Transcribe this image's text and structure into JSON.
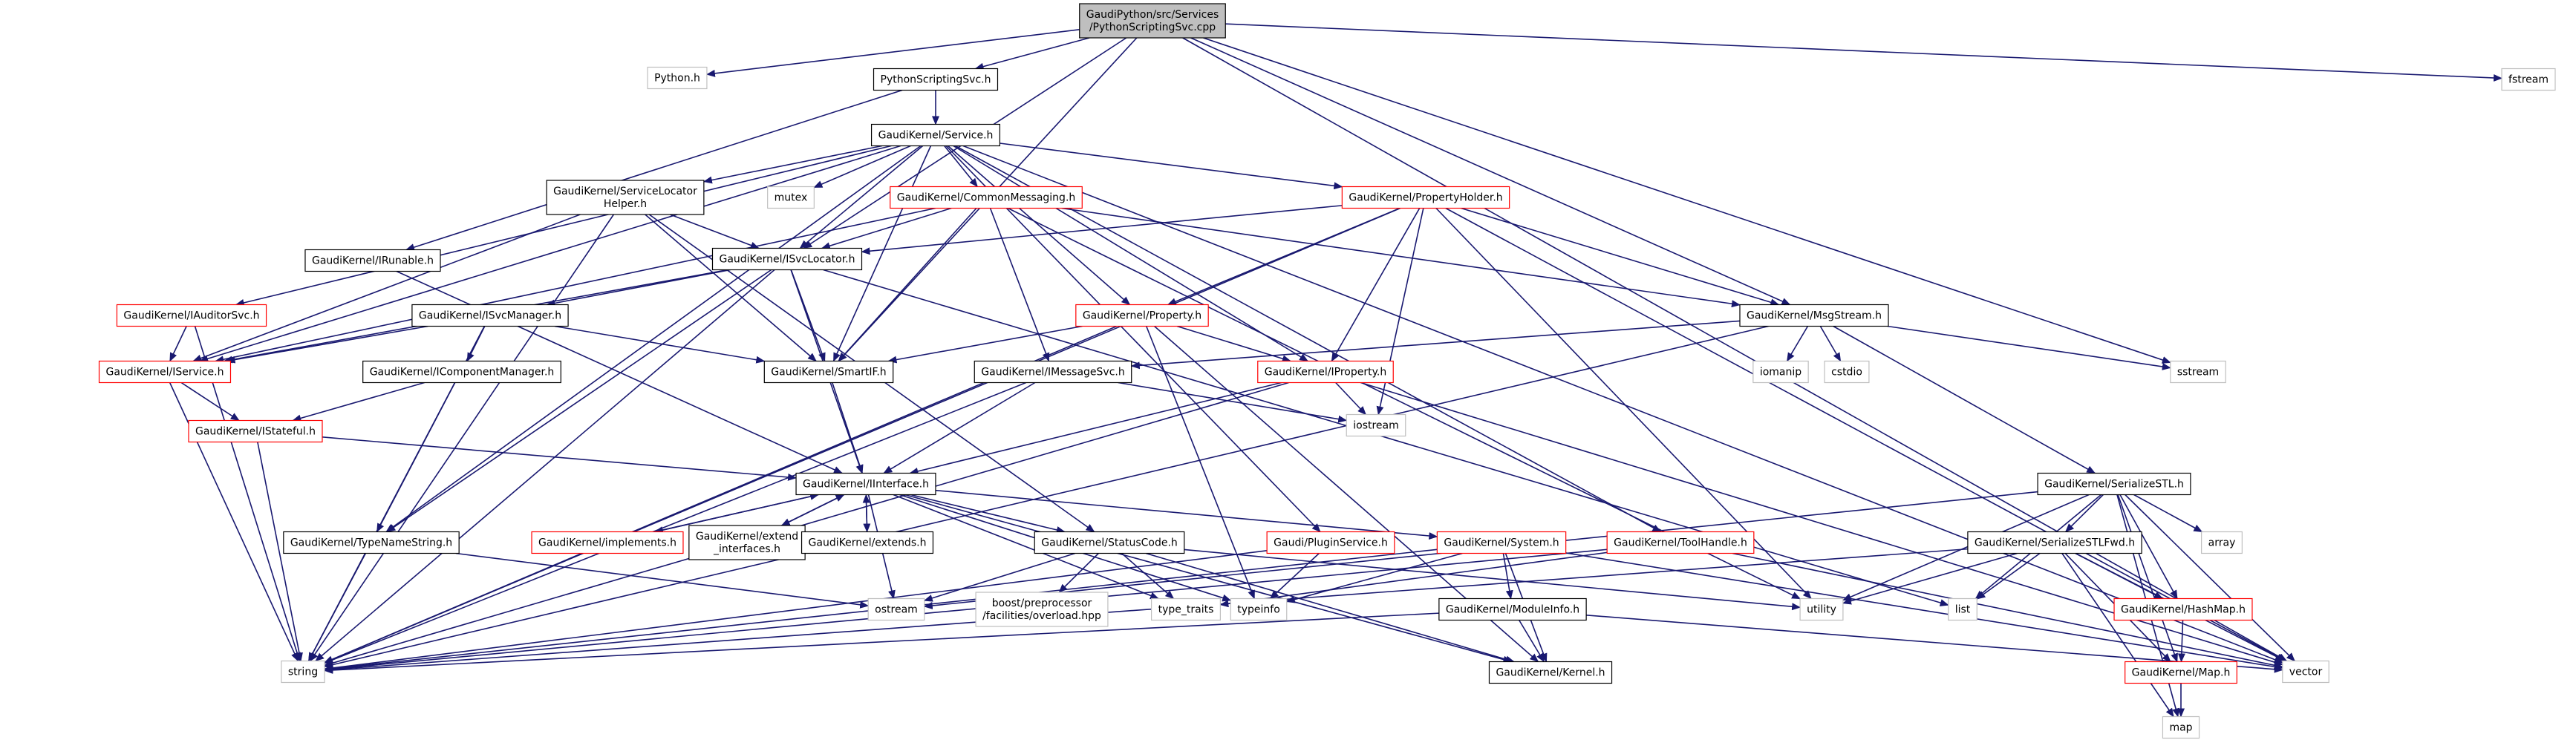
{
  "colors": {
    "edge": "#191970",
    "node_border_default": "#000000",
    "node_border_linked_doc": "#ff0000",
    "node_border_external": "#bfbfbf",
    "node_fill_default": "#ffffff",
    "node_fill_root": "#bfbfbf"
  },
  "nodes": [
    {
      "id": "root",
      "lines": [
        "GaudiPython/src/Services",
        "/PythonScriptingSvc.cpp"
      ],
      "style": "root"
    },
    {
      "id": "python_h",
      "lines": [
        "Python.h"
      ],
      "style": "external"
    },
    {
      "id": "pythonscriptingsvc_h",
      "lines": [
        "PythonScriptingSvc.h"
      ],
      "style": "doc"
    },
    {
      "id": "fstream",
      "lines": [
        "fstream"
      ],
      "style": "external"
    },
    {
      "id": "service_h",
      "lines": [
        "GaudiKernel/Service.h"
      ],
      "style": "doc"
    },
    {
      "id": "mutex",
      "lines": [
        "mutex"
      ],
      "style": "external"
    },
    {
      "id": "servicelocatorhelper_h",
      "lines": [
        "GaudiKernel/ServiceLocator",
        "Helper.h"
      ],
      "style": "doc"
    },
    {
      "id": "commonmessaging_h",
      "lines": [
        "GaudiKernel/CommonMessaging.h"
      ],
      "style": "linked"
    },
    {
      "id": "propertyholder_h",
      "lines": [
        "GaudiKernel/PropertyHolder.h"
      ],
      "style": "linked"
    },
    {
      "id": "irunable_h",
      "lines": [
        "GaudiKernel/IRunable.h"
      ],
      "style": "doc"
    },
    {
      "id": "isvclocator_h",
      "lines": [
        "GaudiKernel/ISvcLocator.h"
      ],
      "style": "doc"
    },
    {
      "id": "iauditorsvc_h",
      "lines": [
        "GaudiKernel/IAuditorSvc.h"
      ],
      "style": "linked"
    },
    {
      "id": "isvcmanager_h",
      "lines": [
        "GaudiKernel/ISvcManager.h"
      ],
      "style": "doc"
    },
    {
      "id": "property_h",
      "lines": [
        "GaudiKernel/Property.h"
      ],
      "style": "linked"
    },
    {
      "id": "msgstream_h",
      "lines": [
        "GaudiKernel/MsgStream.h"
      ],
      "style": "doc"
    },
    {
      "id": "iservice_h",
      "lines": [
        "GaudiKernel/IService.h"
      ],
      "style": "linked"
    },
    {
      "id": "icomponentmanager_h",
      "lines": [
        "GaudiKernel/IComponentManager.h"
      ],
      "style": "doc"
    },
    {
      "id": "smartif_h",
      "lines": [
        "GaudiKernel/SmartIF.h"
      ],
      "style": "doc"
    },
    {
      "id": "imessagesvc_h",
      "lines": [
        "GaudiKernel/IMessageSvc.h"
      ],
      "style": "doc"
    },
    {
      "id": "iproperty_h",
      "lines": [
        "GaudiKernel/IProperty.h"
      ],
      "style": "linked"
    },
    {
      "id": "iomanip",
      "lines": [
        "iomanip"
      ],
      "style": "external"
    },
    {
      "id": "cstdio",
      "lines": [
        "cstdio"
      ],
      "style": "external"
    },
    {
      "id": "sstream",
      "lines": [
        "sstream"
      ],
      "style": "external"
    },
    {
      "id": "istateful_h",
      "lines": [
        "GaudiKernel/IStateful.h"
      ],
      "style": "linked"
    },
    {
      "id": "iostream",
      "lines": [
        "iostream"
      ],
      "style": "external"
    },
    {
      "id": "iinterface_h",
      "lines": [
        "GaudiKernel/IInterface.h"
      ],
      "style": "doc"
    },
    {
      "id": "serializestl_h",
      "lines": [
        "GaudiKernel/SerializeSTL.h"
      ],
      "style": "doc"
    },
    {
      "id": "array",
      "lines": [
        "array"
      ],
      "style": "external"
    },
    {
      "id": "implements_h",
      "lines": [
        "GaudiKernel/implements.h"
      ],
      "style": "linked"
    },
    {
      "id": "extend_interfaces_h",
      "lines": [
        "GaudiKernel/extend",
        "_interfaces.h"
      ],
      "style": "doc"
    },
    {
      "id": "extends_h",
      "lines": [
        "GaudiKernel/extends.h"
      ],
      "style": "doc"
    },
    {
      "id": "statuscode_h",
      "lines": [
        "GaudiKernel/StatusCode.h"
      ],
      "style": "doc"
    },
    {
      "id": "pluginservice_h",
      "lines": [
        "Gaudi/PluginService.h"
      ],
      "style": "linked"
    },
    {
      "id": "system_h",
      "lines": [
        "GaudiKernel/System.h"
      ],
      "style": "linked"
    },
    {
      "id": "toolhandle_h",
      "lines": [
        "GaudiKernel/ToolHandle.h"
      ],
      "style": "linked"
    },
    {
      "id": "serializestlfwd_h",
      "lines": [
        "GaudiKernel/SerializeSTLFwd.h"
      ],
      "style": "doc"
    },
    {
      "id": "typenamestring_h",
      "lines": [
        "GaudiKernel/TypeNameString.h"
      ],
      "style": "doc"
    },
    {
      "id": "hashmap_h",
      "lines": [
        "GaudiKernel/HashMap.h"
      ],
      "style": "linked"
    },
    {
      "id": "ostream",
      "lines": [
        "ostream"
      ],
      "style": "external"
    },
    {
      "id": "boost_overload_hpp",
      "lines": [
        "boost/preprocessor",
        "/facilities/overload.hpp"
      ],
      "style": "external"
    },
    {
      "id": "type_traits",
      "lines": [
        "type_traits"
      ],
      "style": "external"
    },
    {
      "id": "typeinfo",
      "lines": [
        "typeinfo"
      ],
      "style": "external"
    },
    {
      "id": "utility",
      "lines": [
        "utility"
      ],
      "style": "external"
    },
    {
      "id": "list",
      "lines": [
        "list"
      ],
      "style": "external"
    },
    {
      "id": "moduleinfo_h",
      "lines": [
        "GaudiKernel/ModuleInfo.h"
      ],
      "style": "doc"
    },
    {
      "id": "vector",
      "lines": [
        "vector"
      ],
      "style": "external"
    },
    {
      "id": "string",
      "lines": [
        "string"
      ],
      "style": "external"
    },
    {
      "id": "kernel_h",
      "lines": [
        "GaudiKernel/Kernel.h"
      ],
      "style": "doc"
    },
    {
      "id": "map_h",
      "lines": [
        "GaudiKernel/Map.h"
      ],
      "style": "linked"
    },
    {
      "id": "map",
      "lines": [
        "map"
      ],
      "style": "external"
    }
  ],
  "edges": [
    [
      "root",
      "python_h"
    ],
    [
      "root",
      "pythonscriptingsvc_h"
    ],
    [
      "root",
      "fstream"
    ],
    [
      "root",
      "isvclocator_h"
    ],
    [
      "root",
      "smartif_h"
    ],
    [
      "root",
      "msgstream_h"
    ],
    [
      "root",
      "sstream"
    ],
    [
      "root",
      "vector"
    ],
    [
      "pythonscriptingsvc_h",
      "service_h"
    ],
    [
      "pythonscriptingsvc_h",
      "irunable_h"
    ],
    [
      "service_h",
      "mutex"
    ],
    [
      "service_h",
      "servicelocatorhelper_h"
    ],
    [
      "service_h",
      "commonmessaging_h"
    ],
    [
      "service_h",
      "propertyholder_h"
    ],
    [
      "service_h",
      "isvclocator_h"
    ],
    [
      "service_h",
      "iauditorsvc_h"
    ],
    [
      "service_h",
      "property_h"
    ],
    [
      "service_h",
      "iservice_h"
    ],
    [
      "service_h",
      "smartif_h"
    ],
    [
      "service_h",
      "iproperty_h"
    ],
    [
      "service_h",
      "typenamestring_h"
    ],
    [
      "service_h",
      "pluginservice_h"
    ],
    [
      "service_h",
      "toolhandle_h"
    ],
    [
      "service_h",
      "vector"
    ],
    [
      "servicelocatorhelper_h",
      "isvclocator_h"
    ],
    [
      "servicelocatorhelper_h",
      "iservice_h"
    ],
    [
      "servicelocatorhelper_h",
      "smartif_h"
    ],
    [
      "servicelocatorhelper_h",
      "statuscode_h"
    ],
    [
      "servicelocatorhelper_h",
      "string"
    ],
    [
      "commonmessaging_h",
      "isvclocator_h"
    ],
    [
      "commonmessaging_h",
      "smartif_h"
    ],
    [
      "commonmessaging_h",
      "imessagesvc_h"
    ],
    [
      "commonmessaging_h",
      "msgstream_h"
    ],
    [
      "commonmessaging_h",
      "utility"
    ],
    [
      "commonmessaging_h",
      "iservice_h"
    ],
    [
      "propertyholder_h",
      "isvclocator_h"
    ],
    [
      "propertyholder_h",
      "property_h"
    ],
    [
      "propertyholder_h",
      "iproperty_h"
    ],
    [
      "propertyholder_h",
      "msgstream_h"
    ],
    [
      "propertyholder_h",
      "iostream"
    ],
    [
      "propertyholder_h",
      "utility"
    ],
    [
      "propertyholder_h",
      "vector"
    ],
    [
      "propertyholder_h",
      "string"
    ],
    [
      "irunable_h",
      "iinterface_h"
    ],
    [
      "isvclocator_h",
      "isvcmanager_h"
    ],
    [
      "isvclocator_h",
      "iservice_h"
    ],
    [
      "isvclocator_h",
      "smartif_h"
    ],
    [
      "isvclocator_h",
      "iinterface_h"
    ],
    [
      "isvclocator_h",
      "typenamestring_h"
    ],
    [
      "isvclocator_h",
      "list"
    ],
    [
      "isvclocator_h",
      "string"
    ],
    [
      "iauditorsvc_h",
      "iservice_h"
    ],
    [
      "iauditorsvc_h",
      "string"
    ],
    [
      "isvcmanager_h",
      "iservice_h"
    ],
    [
      "isvcmanager_h",
      "icomponentmanager_h"
    ],
    [
      "isvcmanager_h",
      "smartif_h"
    ],
    [
      "isvcmanager_h",
      "typenamestring_h"
    ],
    [
      "isvcmanager_h",
      "string"
    ],
    [
      "property_h",
      "smartif_h"
    ],
    [
      "property_h",
      "iproperty_h"
    ],
    [
      "property_h",
      "kernel_h"
    ],
    [
      "property_h",
      "typeinfo"
    ],
    [
      "property_h",
      "string"
    ],
    [
      "msgstream_h",
      "imessagesvc_h"
    ],
    [
      "msgstream_h",
      "iomanip"
    ],
    [
      "msgstream_h",
      "cstdio"
    ],
    [
      "msgstream_h",
      "sstream"
    ],
    [
      "msgstream_h",
      "serializestl_h"
    ],
    [
      "msgstream_h",
      "string"
    ],
    [
      "iservice_h",
      "istateful_h"
    ],
    [
      "iservice_h",
      "string"
    ],
    [
      "icomponentmanager_h",
      "istateful_h"
    ],
    [
      "smartif_h",
      "iinterface_h"
    ],
    [
      "imessagesvc_h",
      "iinterface_h"
    ],
    [
      "imessagesvc_h",
      "iostream"
    ],
    [
      "imessagesvc_h",
      "string"
    ],
    [
      "iproperty_h",
      "iinterface_h"
    ],
    [
      "iproperty_h",
      "iostream"
    ],
    [
      "iproperty_h",
      "vector"
    ],
    [
      "iproperty_h",
      "string"
    ],
    [
      "istateful_h",
      "iinterface_h"
    ],
    [
      "istateful_h",
      "string"
    ],
    [
      "iinterface_h",
      "implements_h"
    ],
    [
      "iinterface_h",
      "extend_interfaces_h"
    ],
    [
      "iinterface_h",
      "extends_h"
    ],
    [
      "iinterface_h",
      "statuscode_h"
    ],
    [
      "iinterface_h",
      "system_h"
    ],
    [
      "iinterface_h",
      "kernel_h"
    ],
    [
      "iinterface_h",
      "ostream"
    ],
    [
      "iinterface_h",
      "type_traits"
    ],
    [
      "iinterface_h",
      "typeinfo"
    ],
    [
      "implements_h",
      "iinterface_h"
    ],
    [
      "extend_interfaces_h",
      "iinterface_h"
    ],
    [
      "extends_h",
      "iinterface_h"
    ],
    [
      "statuscode_h",
      "ostream"
    ],
    [
      "statuscode_h",
      "boost_overload_hpp"
    ],
    [
      "statuscode_h",
      "type_traits"
    ],
    [
      "statuscode_h",
      "utility"
    ],
    [
      "statuscode_h",
      "kernel_h"
    ],
    [
      "pluginservice_h",
      "typeinfo"
    ],
    [
      "pluginservice_h",
      "string"
    ],
    [
      "system_h",
      "moduleinfo_h"
    ],
    [
      "system_h",
      "kernel_h"
    ],
    [
      "system_h",
      "typeinfo"
    ],
    [
      "system_h",
      "vector"
    ],
    [
      "system_h",
      "string"
    ],
    [
      "toolhandle_h",
      "type_traits"
    ],
    [
      "toolhandle_h",
      "vector"
    ],
    [
      "toolhandle_h",
      "string"
    ],
    [
      "serializestl_h",
      "serializestlfwd_h"
    ],
    [
      "serializestl_h",
      "hashmap_h"
    ],
    [
      "serializestl_h",
      "map_h"
    ],
    [
      "serializestl_h",
      "array"
    ],
    [
      "serializestl_h",
      "ostream"
    ],
    [
      "serializestl_h",
      "utility"
    ],
    [
      "serializestl_h",
      "list"
    ],
    [
      "serializestl_h",
      "vector"
    ],
    [
      "serializestl_h",
      "map"
    ],
    [
      "serializestlfwd_h",
      "hashmap_h"
    ],
    [
      "serializestlfwd_h",
      "map_h"
    ],
    [
      "serializestlfwd_h",
      "utility"
    ],
    [
      "serializestlfwd_h",
      "list"
    ],
    [
      "serializestlfwd_h",
      "vector"
    ],
    [
      "serializestlfwd_h",
      "map"
    ],
    [
      "serializestlfwd_h",
      "string"
    ],
    [
      "typenamestring_h",
      "ostream"
    ],
    [
      "typenamestring_h",
      "string"
    ],
    [
      "hashmap_h",
      "map_h"
    ],
    [
      "moduleinfo_h",
      "kernel_h"
    ],
    [
      "moduleinfo_h",
      "vector"
    ],
    [
      "moduleinfo_h",
      "string"
    ],
    [
      "map_h",
      "map"
    ]
  ]
}
